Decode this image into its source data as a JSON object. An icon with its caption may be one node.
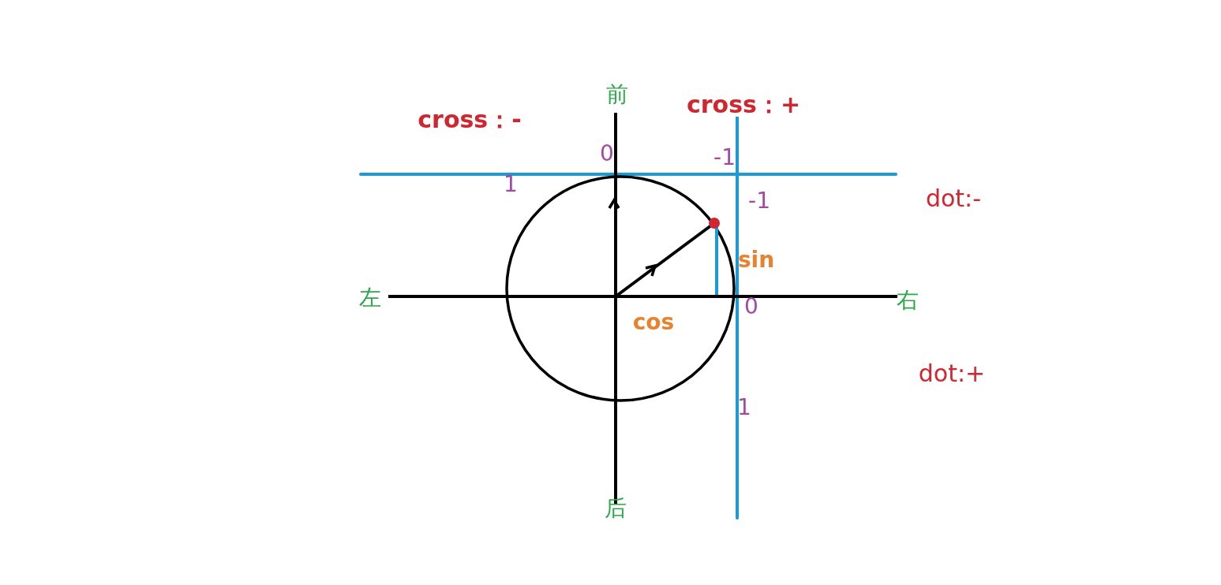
{
  "diagram": {
    "labels": [
      "前",
      "cross：+",
      "cross：-",
      "0",
      "-1",
      "1",
      "-1",
      "dot:-",
      "sin",
      "左",
      "0",
      "右",
      "cos",
      "dot:+",
      "1",
      "后"
    ]
  }
}
